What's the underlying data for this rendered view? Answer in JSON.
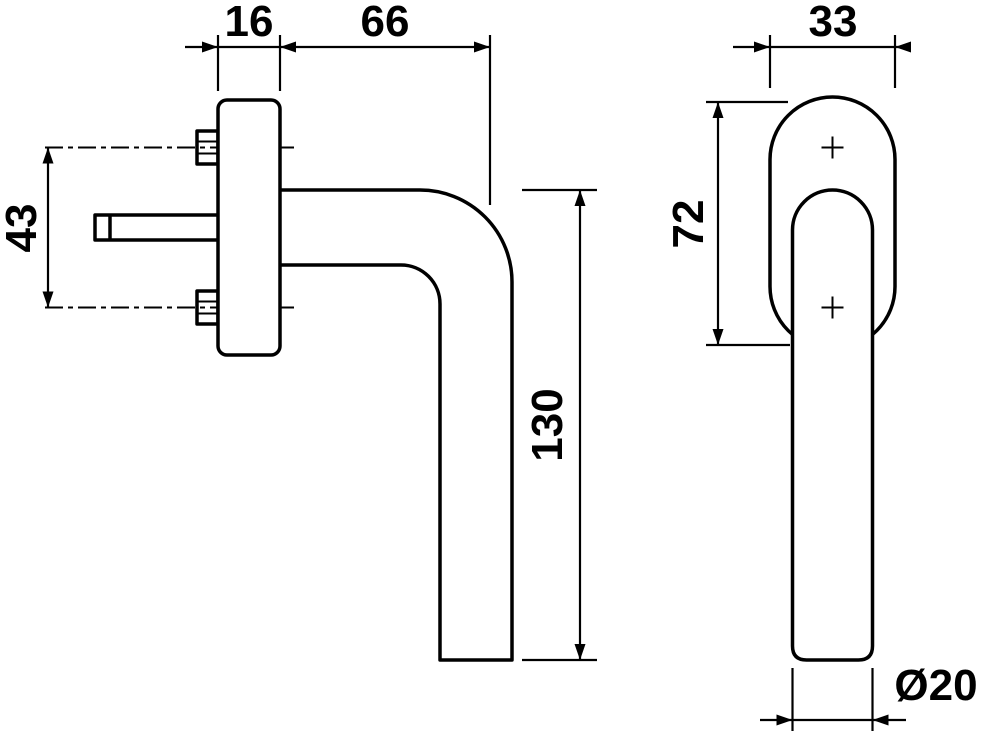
{
  "colors": {
    "line": "#000000",
    "background": "#ffffff"
  },
  "side_view": {
    "plate_thickness": "16",
    "projection": "66",
    "screw_spacing": "43",
    "handle_length": "130"
  },
  "front_view": {
    "rosette_width": "33",
    "rosette_length": "72",
    "grip_diameter": "Ø20"
  }
}
